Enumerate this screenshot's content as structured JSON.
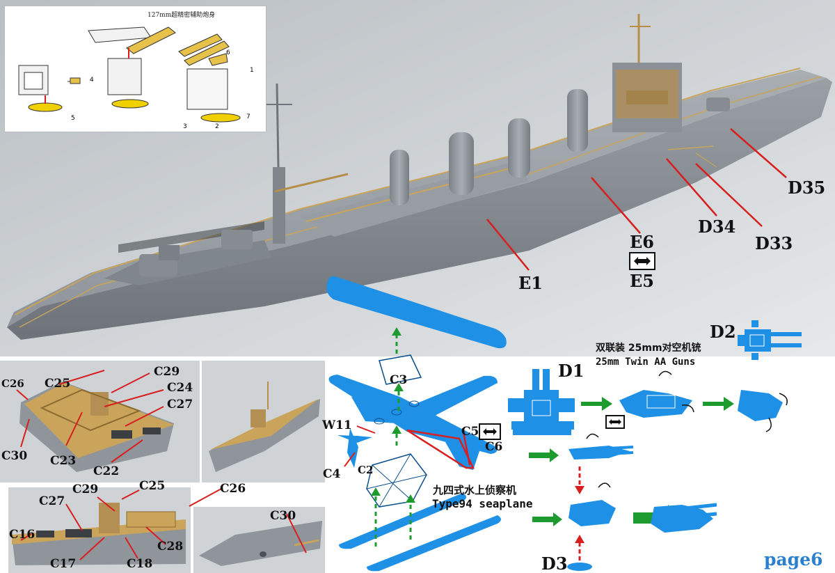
{
  "inset": {
    "caption": "127mm超精密辅助炮身",
    "part_numbers": [
      "1",
      "2",
      "3",
      "4",
      "5",
      "6",
      "7"
    ]
  },
  "ship_labels": {
    "e1": "E1",
    "e6": "E6",
    "e5": "E5",
    "d34": "D34",
    "d33": "D33",
    "d35": "D35",
    "d2": "D2"
  },
  "aa_guns": {
    "d1": "D1",
    "title_cn": "双联装 25mm对空机铳",
    "title_en": "25mm Twin AA Guns",
    "d3": "D3"
  },
  "seaplane": {
    "c3": "C3",
    "c5": "C5",
    "c6": "C6",
    "w11": "W11",
    "c4": "C4",
    "c2": "C2",
    "name_cn": "九四式水上侦察机",
    "name_en": "Type94 seaplane"
  },
  "boat_top": {
    "c26": "C26",
    "c25": "C25",
    "c29": "C29",
    "c24": "C24",
    "c27": "C27",
    "c30": "C30",
    "c23": "C23",
    "c22": "C22"
  },
  "boat_bottom": {
    "c29": "C29",
    "c25": "C25",
    "c26": "C26",
    "c27": "C27",
    "c16": "C16",
    "c17": "C17",
    "c18": "C18",
    "c28": "C28",
    "c30": "C30"
  },
  "page_label": "page6",
  "colors": {
    "leader_red": "#d81e1e",
    "arrow_green": "#1e9b2e",
    "part_blue": "#1e90e6",
    "hull_gray": "#8d9399",
    "brass": "#c9a45a",
    "page_blue": "#2a7fd0"
  }
}
